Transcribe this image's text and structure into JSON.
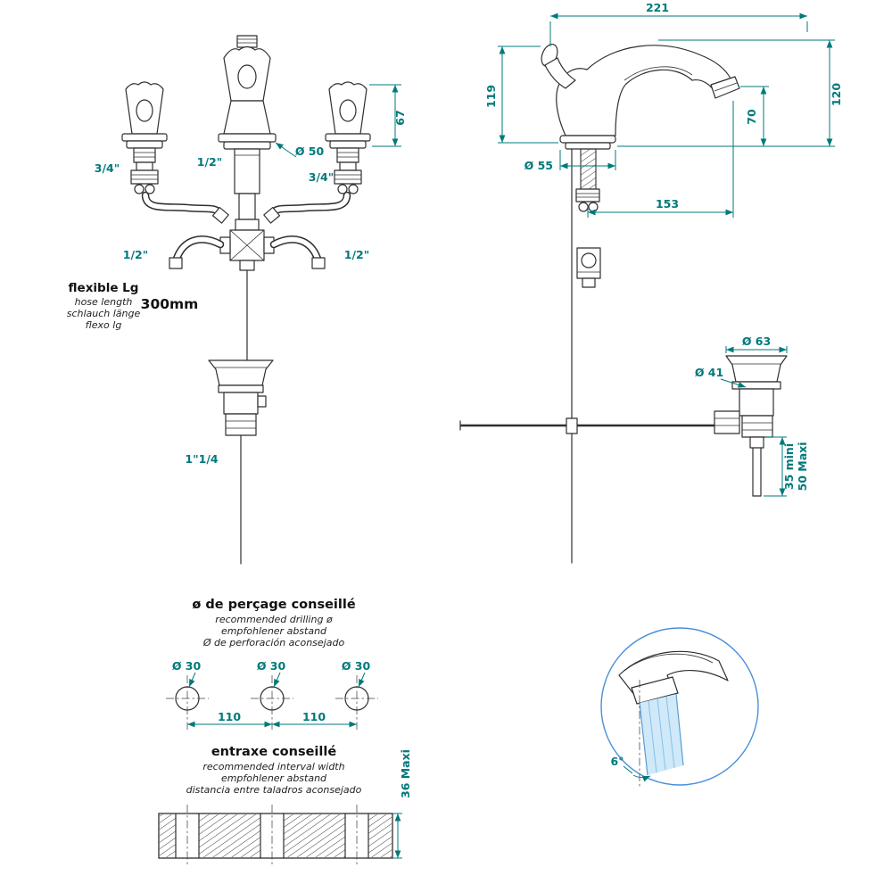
{
  "colors": {
    "drawing_line": "#2f2f2f",
    "dimension": "#00797b",
    "detail_circle": "#4a90d9",
    "water": "#cfe9f9"
  },
  "front_view": {
    "left_valve_size": "3/4\"",
    "center_size": "1/2\"",
    "spout_base_dia": "Ø 50",
    "right_valve_size": "3/4\"",
    "handle_height": "67",
    "left_hose_size": "1/2\"",
    "right_hose_size": "1/2\"",
    "flexible_title": "flexible Lg",
    "flexible_en": "hose length",
    "flexible_de": "schlauch länge",
    "flexible_es": "flexo lg",
    "flexible_value": "300mm",
    "drain_size": "1\"1/4"
  },
  "side_view": {
    "overall_width": "221",
    "handle_height": "119",
    "spout_height": "120",
    "outlet_height": "70",
    "base_dia": "Ø 55",
    "spout_reach": "153",
    "drain_flange_dia": "Ø 63",
    "drain_plug_dia": "Ø 41",
    "drain_min": "35 mini",
    "drain_max": "50 Maxi"
  },
  "drilling": {
    "title": "ø de perçage conseillé",
    "sub_en": "recommended drilling ø",
    "sub_de": "empfohlener abstand",
    "sub_es": "Ø de perforación aconsejado",
    "hole_labels": [
      "Ø 30",
      "Ø 30",
      "Ø 30"
    ],
    "spacings": [
      "110",
      "110"
    ],
    "interval_title": "entraxe conseillé",
    "interval_en": "recommended interval width",
    "interval_de": "empfohlener abstand",
    "interval_es": "distancia entre taladros aconsejado",
    "thickness": "36 Maxi"
  },
  "detail_view": {
    "angle": "6°"
  }
}
